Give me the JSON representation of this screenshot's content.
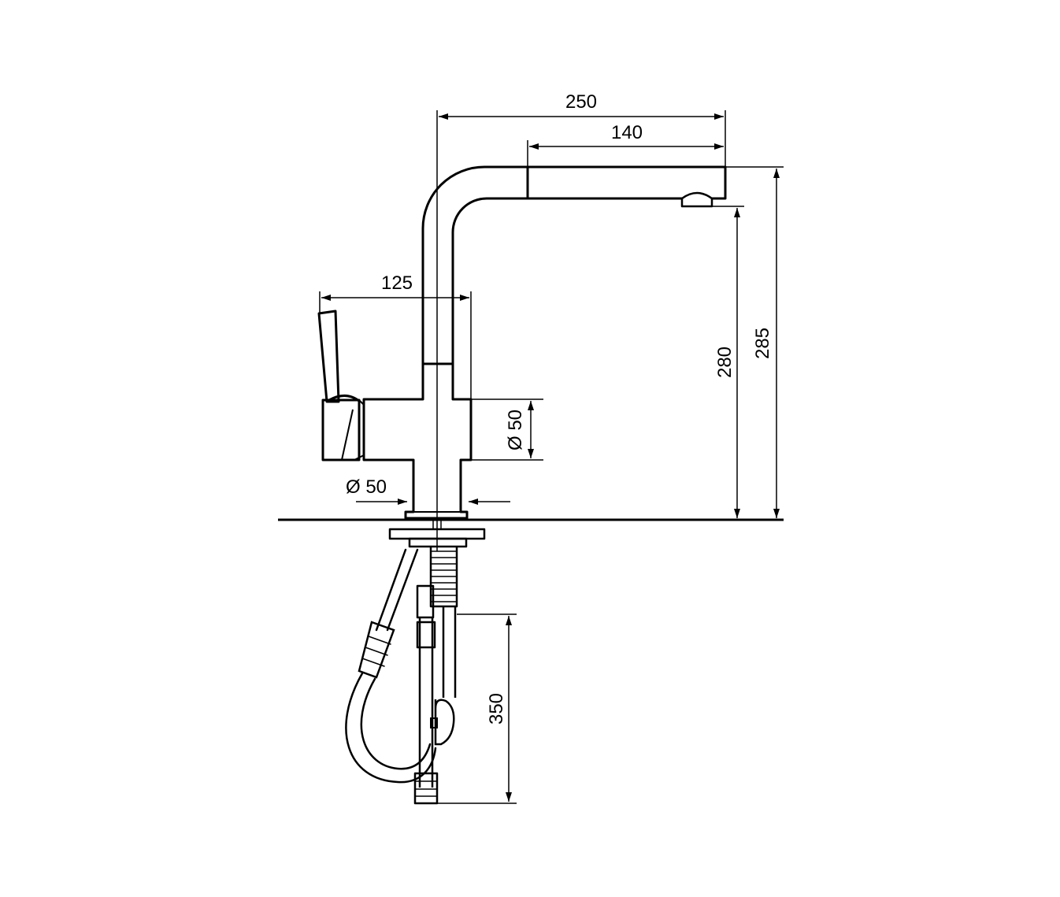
{
  "drawing": {
    "dimensions": {
      "overall_reach": "250",
      "spout_length": "140",
      "handle_reach": "125",
      "body_diameter": "Ø 50",
      "base_diameter": "Ø 50",
      "spout_outlet_height": "280",
      "overall_height": "285",
      "hose_length": "350"
    }
  }
}
